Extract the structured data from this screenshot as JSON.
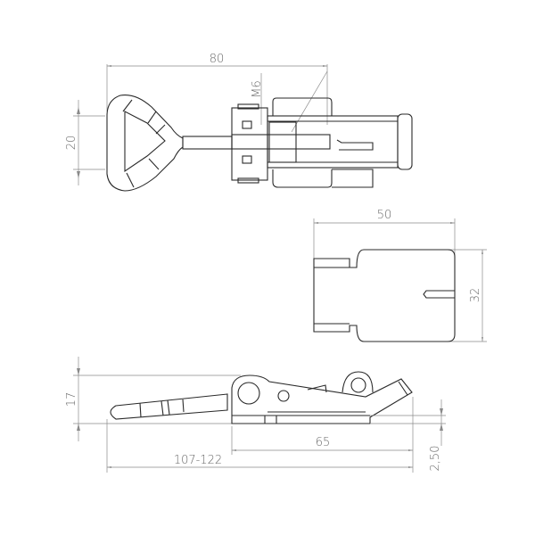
{
  "drawing": {
    "top_view": {
      "overall_length": "80",
      "handle_width": "20",
      "thread": "M6"
    },
    "plate_view": {
      "width": "50",
      "height": "32"
    },
    "side_view": {
      "height": "17",
      "base_length": "65",
      "total_length": "107-122",
      "plate_thickness": "2,50"
    }
  }
}
